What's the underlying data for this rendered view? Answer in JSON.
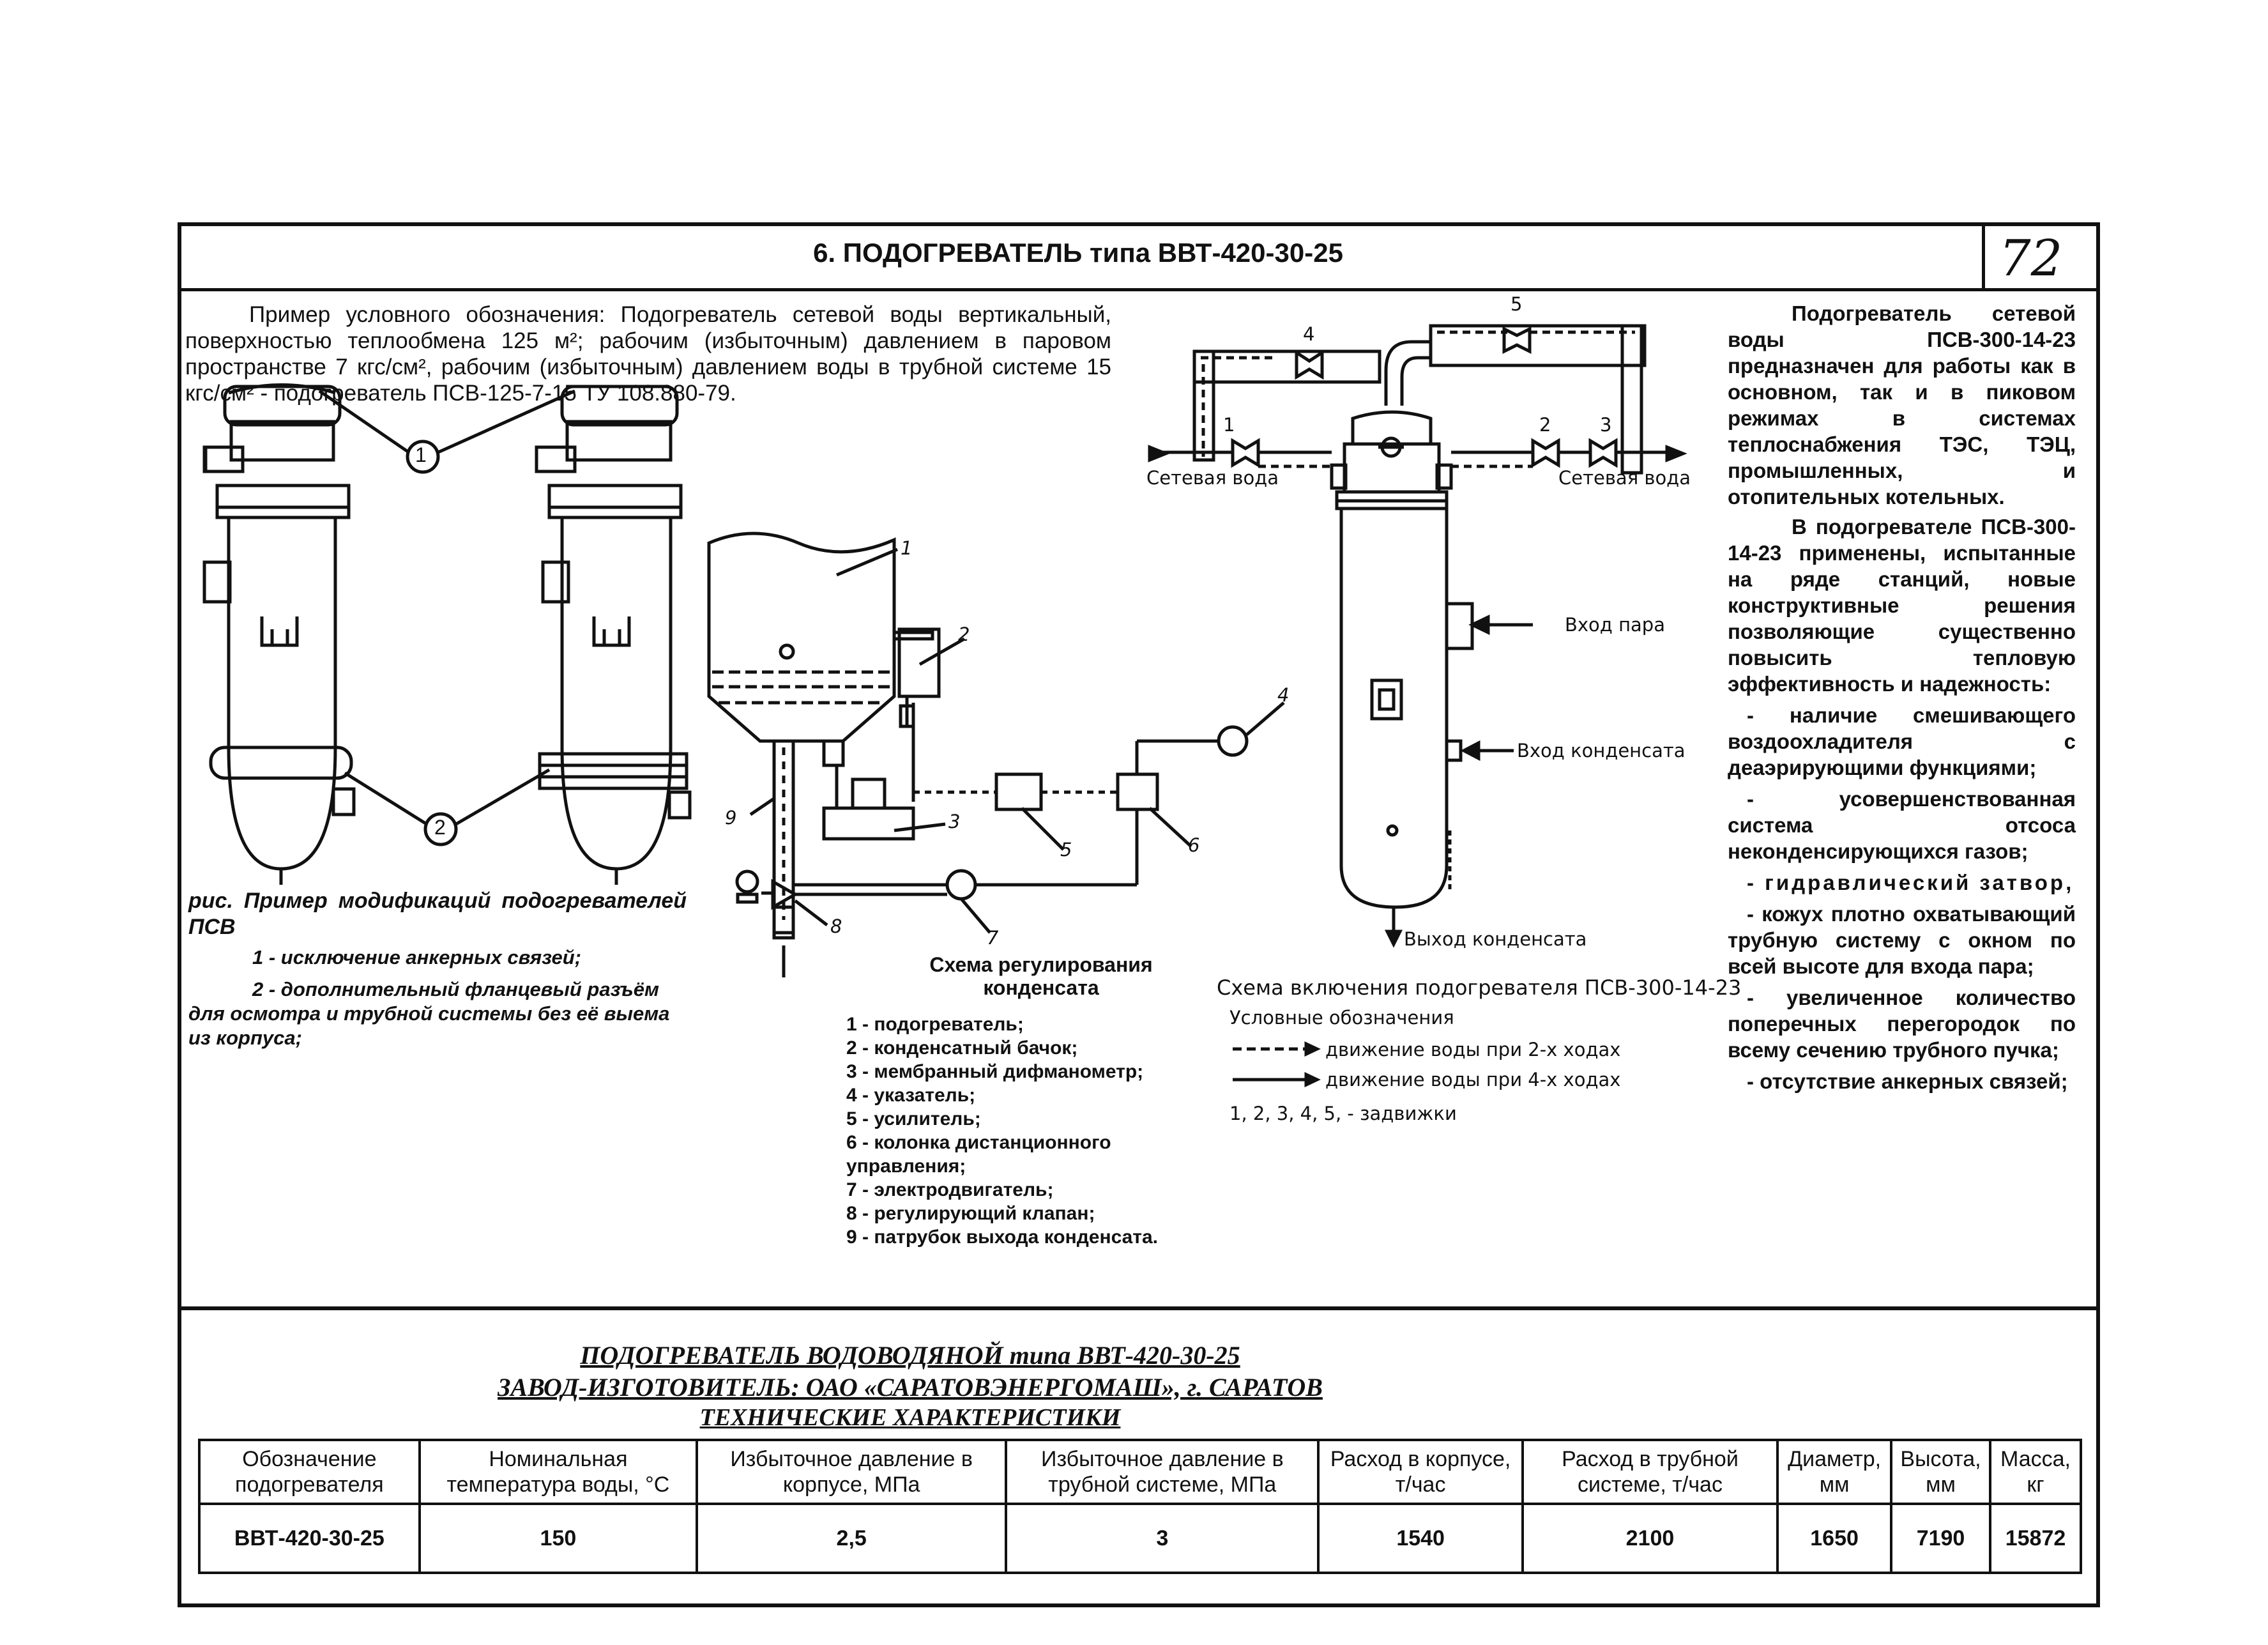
{
  "header": {
    "title": "6. ПОДОГРЕВАТЕЛЬ типа ВВТ-420-30-25",
    "page_number": "72"
  },
  "intro": {
    "paragraph": "Пример условного обозначения: Подогреватель сетевой воды вертикальный, поверхностью теплообмена 125 м²; рабочим (избыточным) давлением в паровом пространстве 7 кгс/см², рабочим (избыточным) давлением воды в трубной системе 15 кгс/см² - подогреватель ПСВ-125-7-15 ТУ 108.880-79."
  },
  "fig_left": {
    "callout_1": "1",
    "callout_2": "2",
    "caption": "рис. Пример модификаций подогревателей ПСВ",
    "note_1": "1 - исключение анкерных связей;",
    "note_2": "2 - дополнительный фланцевый разъём для осмотра и трубной системы без её выема из корпуса;"
  },
  "fig_control": {
    "labels": [
      "1",
      "2",
      "3",
      "4",
      "5",
      "6",
      "7",
      "8",
      "9"
    ],
    "title": "Схема регулирования конденсата",
    "legend": [
      "1 - подогреватель;",
      "2 - конденсатный бачок;",
      "3 - мембранный дифманометр;",
      "4 - указатель;",
      "5 - усилитель;",
      "6 - колонка дистанционного управления;",
      "7 - электродвигатель;",
      "8 - регулирующий клапан;",
      "9 - патрубок выхода конденсата."
    ]
  },
  "fig_connection": {
    "valve_labels": [
      "1",
      "2",
      "3",
      "4",
      "5"
    ],
    "network_water_left": "Сетевая вода",
    "network_water_right": "Сетевая вода",
    "steam_in": "Вход пара",
    "condensate_in": "Вход конденсата",
    "condensate_out": "Выход конденсата",
    "title": "Схема включения подогревателя ПСВ-300-14-23",
    "legend_title": "Условные обозначения",
    "legend_dashed": "движение воды при 2-х ходах",
    "legend_solid": "движение воды при 4-х ходах",
    "legend_valves": "1, 2, 3, 4, 5, - задвижки"
  },
  "right_text": {
    "p1": "Подогреватель сетевой воды ПСВ-300-14-23 предназначен для работы как в основном, так и в пиковом режимах в системах теплоснабжения ТЭС, ТЭЦ, промышленных, и отопительных котельных.",
    "p2": "В подогревателе ПСВ-300-14-23 применены, испытанные на ряде станций, новые конструктивные решения позволяющие существенно повысить тепловую эффективность и надежность:",
    "items": [
      "- наличие смешивающего воздоохладителя с деаэрирующими функциями;",
      "- усовершенствованная система отсоса неконденсирующихся газов;",
      "- гидравлический затвор,",
      "- кожух плотно охватывающий трубную систему с окном по всей высоте для входа пара;",
      "- увеличенное количество поперечных перегородок по всему сечению трубного пучка;",
      "- отсутствие анкерных связей;"
    ]
  },
  "bottom": {
    "title": "ПОДОГРЕВАТЕЛЬ ВОДОВОДЯНОЙ типа ВВТ-420-30-25",
    "maker": "ЗАВОД-ИЗГОТОВИТЕЛЬ: ОАО «САРАТОВЭНЕРГОМАШ», г. САРАТОВ",
    "specs_title": "ТЕХНИЧЕСКИЕ ХАРАКТЕРИСТИКИ",
    "table": {
      "headers": [
        "Обозначение подогревателя",
        "Номинальная температура воды, °С",
        "Избыточное давление в корпусе, МПа",
        "Избыточное давление в трубной системе, МПа",
        "Расход в корпусе, т/час",
        "Расход в трубной системе, т/час",
        "Диаметр, мм",
        "Высота, мм",
        "Масса, кг"
      ],
      "rows": [
        [
          "ВВТ-420-30-25",
          "150",
          "2,5",
          "3",
          "1540",
          "2100",
          "1650",
          "7190",
          "15872"
        ]
      ]
    }
  }
}
